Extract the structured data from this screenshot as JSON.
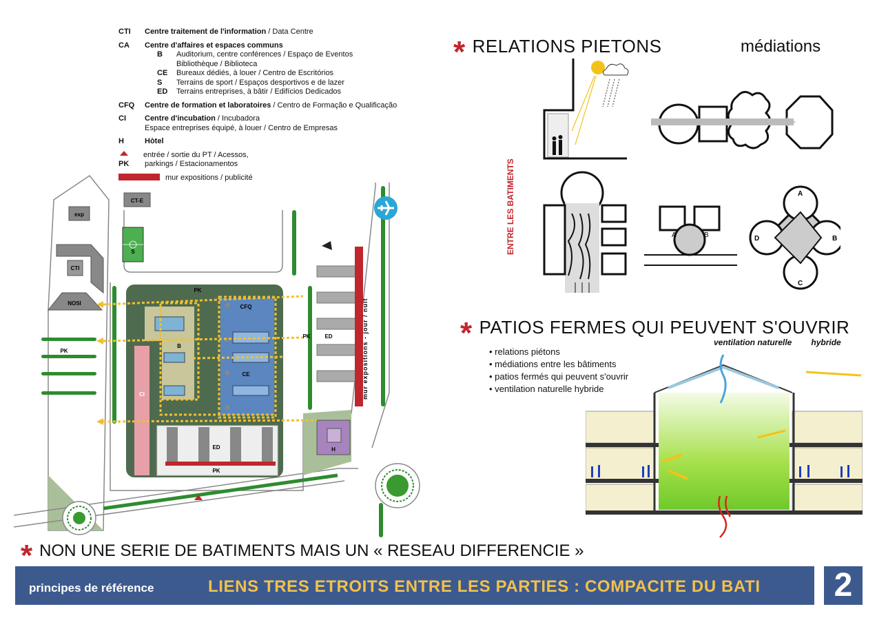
{
  "legend": {
    "cti": {
      "code": "CTI",
      "label": "Centre traitement de l'information",
      "alt": " / Data Centre"
    },
    "ca": {
      "code": "CA",
      "label": "Centre d'affaires et espaces communs"
    },
    "b": {
      "code": "B",
      "line1": "Auditorium, centre conférences / Espaço de Eventos",
      "line2": "Bibliothèque / Biblioteca"
    },
    "ce": {
      "code": "CE",
      "label": "Bureaux dédiés, à louer / Centro de Escritórios"
    },
    "s": {
      "code": "S",
      "label": "Terrains de sport / Espaços desportivos e de lazer"
    },
    "ed": {
      "code": "ED",
      "label": "Terrains entreprises, à bâtir / Edifícios Dedicados"
    },
    "cfq": {
      "code": "CFQ",
      "label": "Centre de formation et laboratoires",
      "alt": " / Centro de Formação e Qualificação"
    },
    "ci": {
      "code": "CI",
      "label": "Centre d'incubation",
      "alt": " / Incubadora",
      "line2": "Espace entreprises équipé, à louer / Centro de Empresas"
    },
    "h": {
      "code": "H",
      "label": "Hòtel"
    },
    "access": {
      "label": "entrée / sortie du PT / Acessos,"
    },
    "pk": {
      "code": "PK",
      "label": "parkings / Estacionamentos"
    },
    "mur": {
      "label": "mur expositions / publicité"
    }
  },
  "plan": {
    "exp": "exp",
    "cti": "CTI",
    "nosi": "NOSI",
    "cte": "CT-E",
    "s": "S",
    "pk_top": "PK",
    "cfq": "CFQ",
    "b": "B",
    "ce": "CE",
    "ci": "CI",
    "ed": "ED",
    "pk_bottom": "PK",
    "h": "H",
    "pk_left": "PK",
    "pk_right": "PK",
    "ed_right": "ED",
    "mur_vertical": "mur expositions - jour / nuit"
  },
  "relations": {
    "title": "RELATIONS PIETONS",
    "subtitle": "médiations",
    "vertical_label": "ENTRE LES BATIMENTS",
    "labels": {
      "a": "A",
      "b": "B",
      "c": "C",
      "d": "D"
    }
  },
  "patios": {
    "title": "PATIOS FERMES QUI PEUVENT S'OUVRIR",
    "vent_a": "ventilation naturelle",
    "vent_b": "hybride",
    "bullets": [
      "relations piétons",
      "médiations entre les bâtiments",
      "patios fermés qui peuvent s'ouvrir",
      "ventilation naturelle      hybride"
    ]
  },
  "bottom_heading": "NON UNE SERIE DE BATIMENTS MAIS UN « RESEAU DIFFERENCIE »",
  "footer": {
    "left": "principes de référence",
    "main": "LIENS TRES ETROITS ENTRE LES PARTIES : COMPACITE DU BATI",
    "page": "2"
  },
  "colors": {
    "accent_red": "#c0262d",
    "footer_blue": "#3d5a8f",
    "footer_text": "#f2c14a",
    "plan_green": "#4f6b4f",
    "cfq_blue": "#5b86bf",
    "ci_pink": "#e7a0a8",
    "hotel_purple": "#a784bd",
    "tree_green": "#2e8b2e"
  }
}
